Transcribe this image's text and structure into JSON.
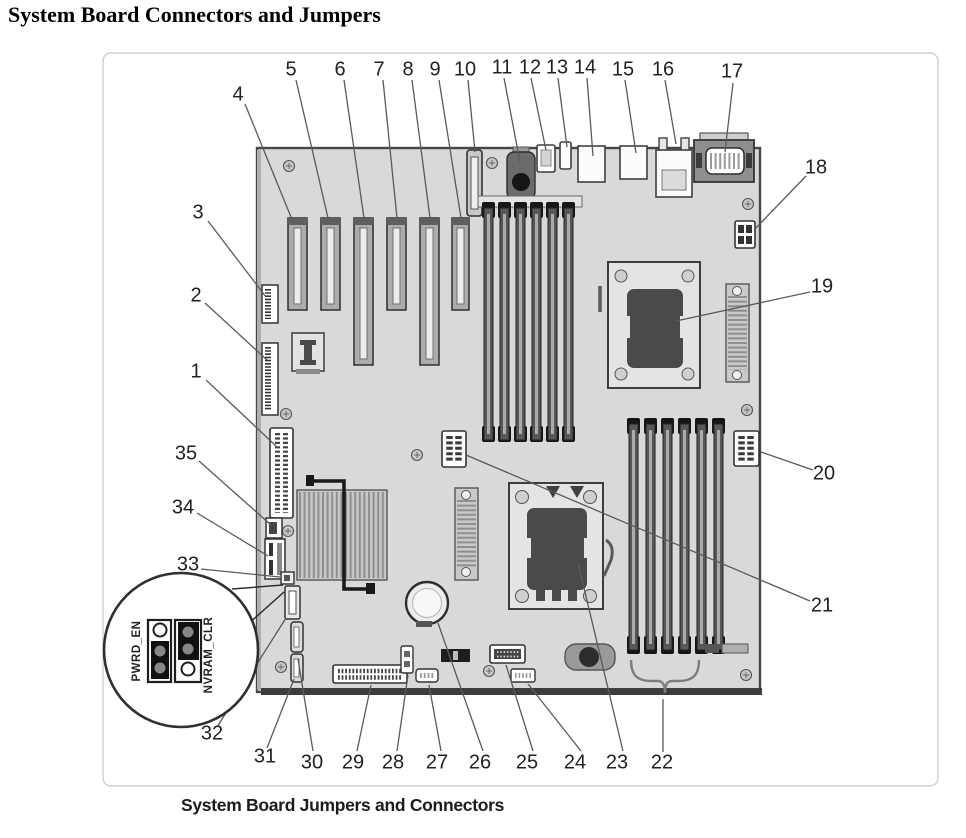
{
  "title": "System Board Connectors and Jumpers",
  "figure": {
    "type": "motherboard-callout-diagram",
    "caption": "System Board Jumpers and Connectors",
    "detail": {
      "left_jumper_label": "PWRD_EN",
      "right_jumper_label": "NVRAM_CLR"
    },
    "callouts": [
      {
        "label": "1"
      },
      {
        "label": "2"
      },
      {
        "label": "3"
      },
      {
        "label": "4"
      },
      {
        "label": "5"
      },
      {
        "label": "6"
      },
      {
        "label": "7"
      },
      {
        "label": "8"
      },
      {
        "label": "9"
      },
      {
        "label": "10"
      },
      {
        "label": "11"
      },
      {
        "label": "12"
      },
      {
        "label": "13"
      },
      {
        "label": "14"
      },
      {
        "label": "15"
      },
      {
        "label": "16"
      },
      {
        "label": "17"
      },
      {
        "label": "18"
      },
      {
        "label": "19"
      },
      {
        "label": "20"
      },
      {
        "label": "21"
      },
      {
        "label": "22"
      },
      {
        "label": "23"
      },
      {
        "label": "24"
      },
      {
        "label": "25"
      },
      {
        "label": "26"
      },
      {
        "label": "27"
      },
      {
        "label": "28"
      },
      {
        "label": "29"
      },
      {
        "label": "30"
      },
      {
        "label": "31"
      },
      {
        "label": "32"
      },
      {
        "label": "33"
      },
      {
        "label": "34"
      },
      {
        "label": "35"
      }
    ]
  }
}
